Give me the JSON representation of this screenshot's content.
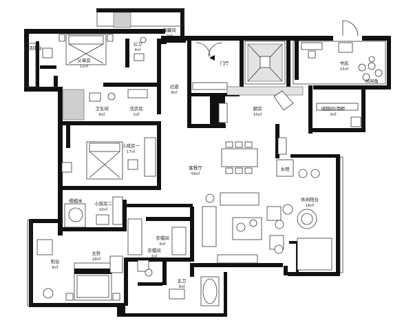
{
  "rooms": [
    {
      "id": "elderly-balcony",
      "name": "生活阳台",
      "area": ""
    },
    {
      "id": "parents-room",
      "name": "父母房",
      "area": "12㎡"
    },
    {
      "id": "public-toilet",
      "name": "公卫",
      "area": "4㎡"
    },
    {
      "id": "storage-room",
      "name": "储藏间",
      "area": "2㎡"
    },
    {
      "id": "entrance",
      "name": "门厅",
      "area": ""
    },
    {
      "id": "study",
      "name": "书房",
      "area": "15㎡"
    },
    {
      "id": "lounge-corner",
      "name": "休闲角",
      "area": ""
    },
    {
      "id": "corridor",
      "name": "过道",
      "area": "8㎡"
    },
    {
      "id": "bathroom",
      "name": "卫生间",
      "area": "6㎡"
    },
    {
      "id": "laundry",
      "name": "洗衣房",
      "area": "2㎡"
    },
    {
      "id": "kitchen",
      "name": "厨房",
      "area": "10㎡"
    },
    {
      "id": "pantry",
      "name": "储物间/酒柜",
      "area": "5㎡"
    },
    {
      "id": "kids-room-1",
      "name": "小孩房一",
      "area": "17㎡"
    },
    {
      "id": "living-dining",
      "name": "客餐厅",
      "area": "56㎡"
    },
    {
      "id": "water-bar",
      "name": "水吧",
      "area": ""
    },
    {
      "id": "leisure-balcony",
      "name": "休闲阳台",
      "area": "16㎡"
    },
    {
      "id": "tatami",
      "name": "榻榻米",
      "area": ""
    },
    {
      "id": "kids-room-2",
      "name": "小孩房二",
      "area": "10㎡"
    },
    {
      "id": "cloakroom",
      "name": "衣帽间",
      "area": "6㎡"
    },
    {
      "id": "balcony",
      "name": "阳台",
      "area": "6㎡"
    },
    {
      "id": "master-bedroom",
      "name": "主卧",
      "area": "18㎡"
    },
    {
      "id": "master-bath",
      "name": "主卫",
      "area": "9㎡"
    },
    {
      "id": "closet",
      "name": "衣帽间",
      "area": "2㎡"
    }
  ]
}
